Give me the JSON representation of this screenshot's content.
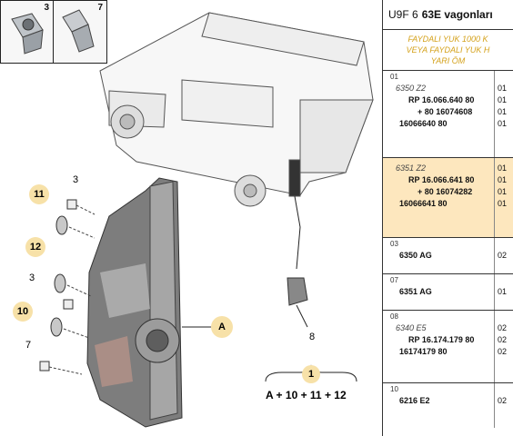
{
  "thumbs": [
    {
      "num": "3"
    },
    {
      "num": "7"
    }
  ],
  "callouts": [
    "11",
    "12",
    "10",
    "1",
    "A"
  ],
  "labels": [
    "3",
    "3",
    "7",
    "8"
  ],
  "formula": "A + 10 + 11 + 12",
  "panel": {
    "header_prefix": "U9F 6",
    "header_bold": "63E vagonları",
    "subheader": [
      "FAYDALI YUK 1000 K",
      "VEYA FAYDALI YUK H",
      "YARI ÖM"
    ]
  },
  "rows": [
    {
      "idx": "01",
      "lines": [
        {
          "text": "6350 Z2",
          "style": "italic"
        },
        {
          "text": "RP 16.066.640 80",
          "style": "bold"
        },
        {
          "text": "+ 80 16074608",
          "style": "bold"
        },
        {
          "text": "16066640 80",
          "style": "bold"
        }
      ],
      "qtys": [
        "01",
        "01",
        "01",
        "01"
      ],
      "highlight": false
    },
    {
      "idx": "",
      "lines": [
        {
          "text": "6351 Z2",
          "style": "italic"
        },
        {
          "text": "RP 16.066.641 80",
          "style": "bold"
        },
        {
          "text": "+ 80 16074282",
          "style": "bold"
        },
        {
          "text": "16066641 80",
          "style": "bold"
        }
      ],
      "qtys": [
        "01",
        "01",
        "01",
        "01"
      ],
      "highlight": true
    },
    {
      "idx": "03",
      "lines": [
        {
          "text": "6350 AG",
          "style": "bold"
        }
      ],
      "qtys": [
        "02"
      ],
      "highlight": false
    },
    {
      "idx": "07",
      "lines": [
        {
          "text": "6351 AG",
          "style": "bold"
        }
      ],
      "qtys": [
        "01"
      ],
      "highlight": false
    },
    {
      "idx": "08",
      "lines": [
        {
          "text": "6340 E5",
          "style": "italic"
        },
        {
          "text": "RP 16.174.179 80",
          "style": "bold"
        },
        {
          "text": "16174179 80",
          "style": "bold"
        }
      ],
      "qtys": [
        "02",
        "02",
        "02"
      ],
      "highlight": false
    },
    {
      "idx": "10",
      "lines": [
        {
          "text": "6216 E2",
          "style": "bold"
        }
      ],
      "qtys": [
        "02"
      ],
      "highlight": false
    }
  ]
}
